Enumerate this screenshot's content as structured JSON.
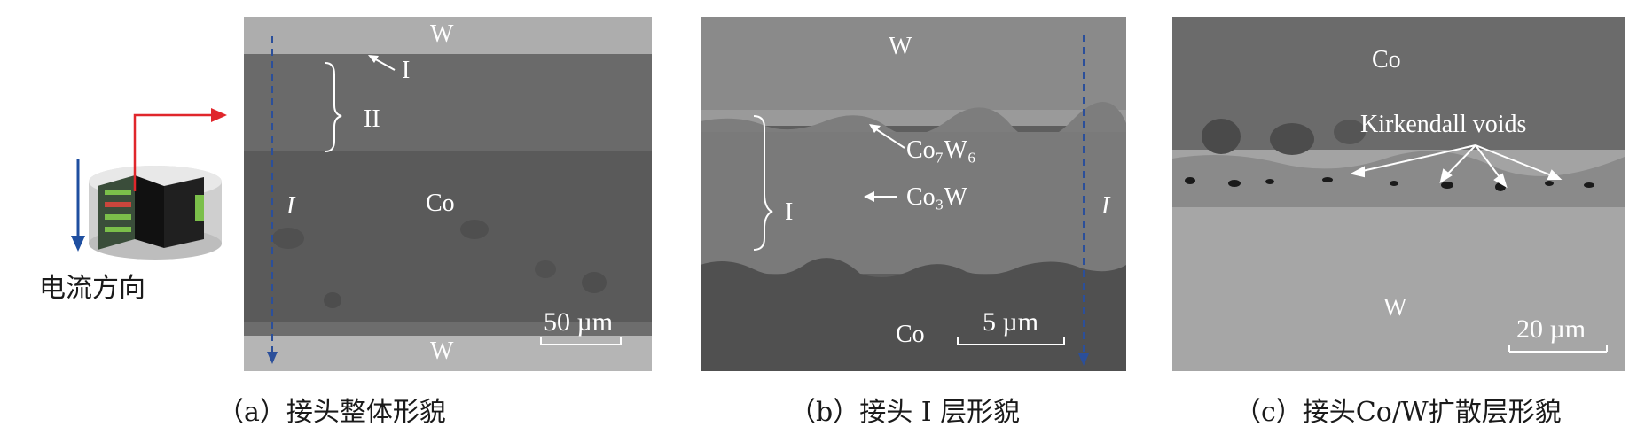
{
  "figure": {
    "legend_current": "电流方向",
    "colors": {
      "arrow_red": "#e0262b",
      "arrow_blue": "#1f4fa0",
      "dashed_blue": "#2b4f9a"
    }
  },
  "panel_a": {
    "labels": {
      "top_w": "W",
      "layer_i_arrow": "I",
      "layer_ii": "II",
      "center_co": "Co",
      "current_i": "I",
      "bottom_w": "W"
    },
    "scale_bar": "50 µm",
    "caption": "（a）接头整体形貌"
  },
  "panel_b": {
    "labels": {
      "top_w": "W",
      "phase_co7w6": "Co₇W₆",
      "phase_co3w": "Co₃W",
      "layer_i": "I",
      "current_i": "I",
      "bottom_co": "Co"
    },
    "scale_bar": "5 µm",
    "caption": "（b）接头 Ⅰ 层形貌"
  },
  "panel_c": {
    "labels": {
      "top_co": "Co",
      "voids": "Kirkendall voids",
      "bottom_w": "W"
    },
    "scale_bar": "20 µm",
    "caption": "（c）接头Co/W扩散层形貌"
  }
}
